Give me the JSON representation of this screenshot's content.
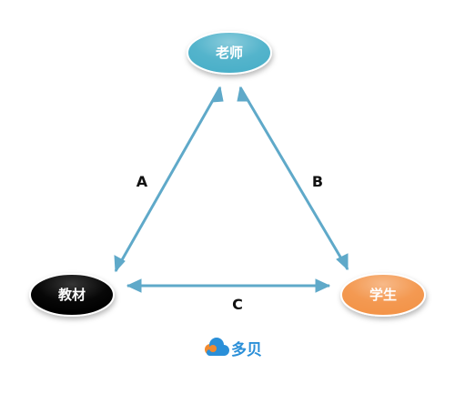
{
  "nodes": {
    "teacher": {
      "label": "老师",
      "color": "#4bb0c9"
    },
    "material": {
      "label": "教材",
      "color": "#000000"
    },
    "student": {
      "label": "学生",
      "color": "#f39448"
    }
  },
  "edges": {
    "a": {
      "label": "A"
    },
    "b": {
      "label": "B"
    },
    "c": {
      "label": "C"
    }
  },
  "arrow_color": "#5fa9c9",
  "logo": {
    "text": "多贝",
    "color": "#2a8fd8",
    "accent": "#f28a2f",
    "icon": "cloud-logo-icon"
  }
}
